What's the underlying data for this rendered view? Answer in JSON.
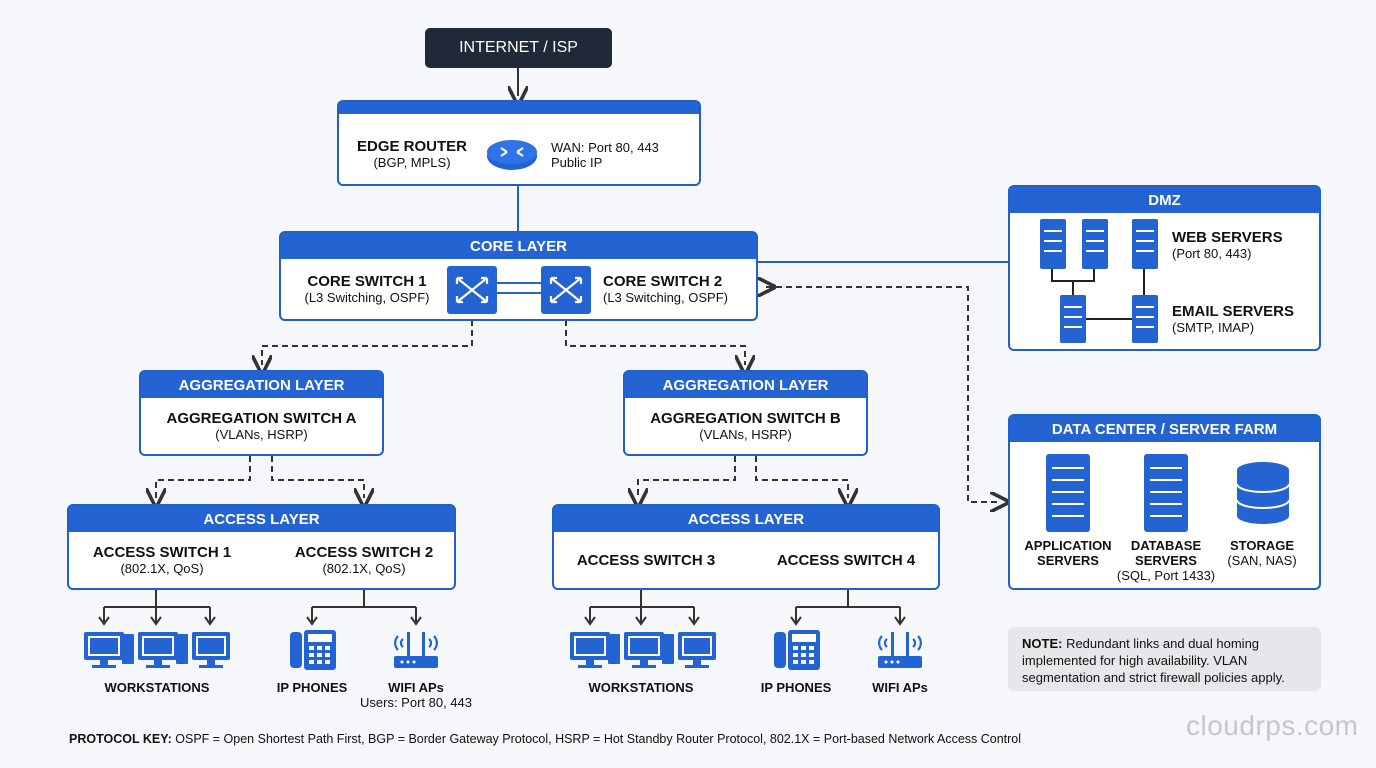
{
  "internet": "INTERNET / ISP",
  "edge": {
    "name": "EDGE ROUTER",
    "protocols": "(BGP, MPLS)",
    "wan": "WAN: Port 80, 443",
    "ip": "Public IP"
  },
  "core": {
    "header": "CORE LAYER",
    "switch1": {
      "name": "CORE SWITCH 1",
      "sub": "(L3 Switching, OSPF)"
    },
    "switch2": {
      "name": "CORE SWITCH 2",
      "sub": "(L3 Switching, OSPF)"
    }
  },
  "agg_a": {
    "header": "AGGREGATION LAYER",
    "name": "AGGREGATION SWITCH A",
    "sub": "(VLANs, HSRP)"
  },
  "agg_b": {
    "header": "AGGREGATION LAYER",
    "name": "AGGREGATION SWITCH B",
    "sub": "(VLANs, HSRP)"
  },
  "access_left": {
    "header": "ACCESS LAYER",
    "s1": {
      "name": "ACCESS SWITCH 1",
      "sub": "(802.1X, QoS)"
    },
    "s2": {
      "name": "ACCESS SWITCH 2",
      "sub": "(802.1X, QoS)"
    }
  },
  "access_right": {
    "header": "ACCESS LAYER",
    "s3": "ACCESS SWITCH 3",
    "s4": "ACCESS SWITCH 4"
  },
  "endpoints_left": {
    "workstations": "WORKSTATIONS",
    "phones": "IP PHONES",
    "wifi": "WIFI APs",
    "wifi_sub": "Users: Port 80, 443"
  },
  "endpoints_right": {
    "workstations": "WORKSTATIONS",
    "phones": "IP PHONES",
    "wifi": "WIFI APs"
  },
  "dmz": {
    "header": "DMZ",
    "web": "WEB SERVERS",
    "web_sub": "(Port 80, 443)",
    "email": "EMAIL SERVERS",
    "email_sub": "(SMTP, IMAP)"
  },
  "dc": {
    "header": "DATA CENTER / SERVER FARM",
    "app1": "APPLICATION",
    "app2": "SERVERS",
    "db1": "DATABASE",
    "db2": "SERVERS",
    "db3": "(SQL, Port 1433)",
    "st1": "STORAGE",
    "st2": "(SAN, NAS)"
  },
  "note": {
    "label": "NOTE:",
    "text": " Redundant links and dual homing implemented for high availability. VLAN segmentation and strict firewall policies apply."
  },
  "key": {
    "label": "PROTOCOL KEY:",
    "text": " OSPF = Open Shortest Path First, BGP = Border Gateway Protocol, HSRP = Hot Standby Router Protocol, 802.1X = Port-based Network Access Control"
  },
  "watermark": "cloudrps.com",
  "colors": {
    "primary": "#2364d2",
    "dark": "#1f2937",
    "line": "#333333"
  }
}
